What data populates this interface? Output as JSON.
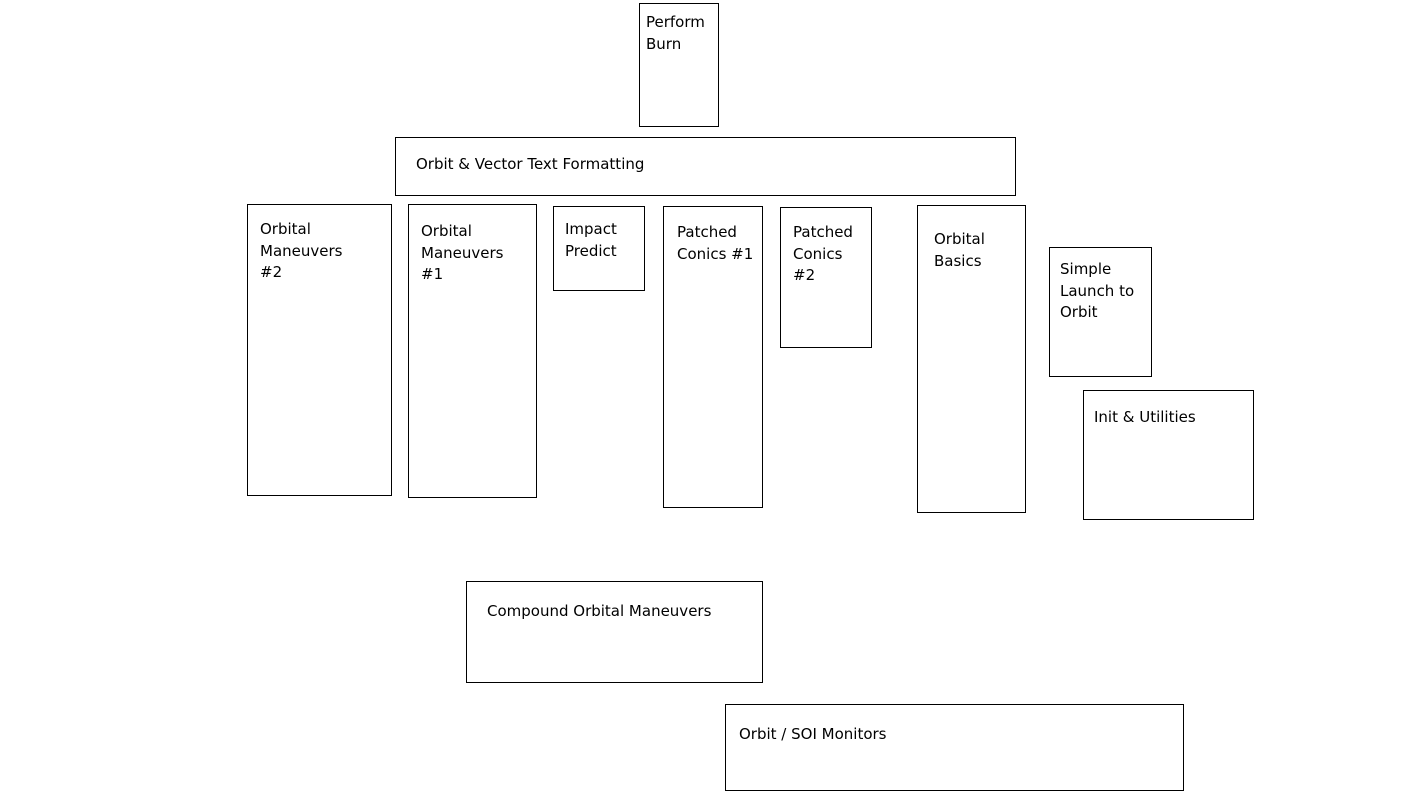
{
  "diagram": {
    "blocks": {
      "perform_burn": "Perform\nBurn",
      "text_formatting": "Orbit & Vector Text Formatting",
      "orbital_maneuvers_2": "Orbital\nManeuvers\n#2",
      "orbital_maneuvers_1": "Orbital\nManeuvers\n#1",
      "impact_predict": "Impact\nPredict",
      "patched_conics_1": "Patched\nConics #1",
      "patched_conics_2": "Patched\nConics\n#2",
      "orbital_basics": "Orbital\nBasics",
      "simple_launch": "Simple\nLaunch to\nOrbit",
      "init_utilities": "Init & Utilities",
      "compound_maneuvers": "Compound Orbital Maneuvers",
      "orbit_soi_monitors": "Orbit / SOI Monitors"
    }
  }
}
